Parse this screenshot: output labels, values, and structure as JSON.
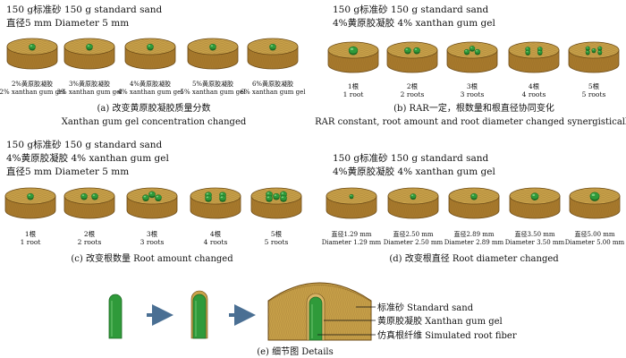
{
  "colors": {
    "wood_top": "#c9a24a",
    "wood_side": "#a87a2c",
    "wood_edge": "#6b4a16",
    "grain": "#8a6224",
    "fiber": "#2f9a3a",
    "fiber_dark": "#1d6a24",
    "arrow": "#4a6f93"
  },
  "panels": {
    "a": {
      "header": [
        "150 g标准砂  150 g standard sand",
        "直径5 mm  Diameter 5 mm"
      ],
      "samples": [
        {
          "zh": "2%黄原胶凝胶",
          "en": "2% xanthan gum gel",
          "roots": 1
        },
        {
          "zh": "3%黄原胶凝胶",
          "en": "3% xanthan gum gel",
          "roots": 1
        },
        {
          "zh": "4%黄原胶凝胶",
          "en": "4% xanthan gum gel",
          "roots": 1
        },
        {
          "zh": "5%黄原胶凝胶",
          "en": "5% xanthan gum gel",
          "roots": 1
        },
        {
          "zh": "6%黄原胶凝胶",
          "en": "6% xanthan gum gel",
          "roots": 1
        }
      ],
      "caption_zh": "(a) 改变黄原胶凝胶质量分数",
      "caption_en": "Xanthan gum gel concentration changed"
    },
    "b": {
      "header": [
        "150 g标准砂  150 g standard sand",
        "4%黄原胶凝胶  4% xanthan gum gel"
      ],
      "samples": [
        {
          "zh": "1根",
          "en": "1 root",
          "roots": 1
        },
        {
          "zh": "2根",
          "en": "2 roots",
          "roots": 2
        },
        {
          "zh": "3根",
          "en": "3 roots",
          "roots": 3
        },
        {
          "zh": "4根",
          "en": "4 roots",
          "roots": 4
        },
        {
          "zh": "5根",
          "en": "5 roots",
          "roots": 5
        }
      ],
      "caption_zh": "(b) RAR一定，根数量和根直径协同变化",
      "caption_en": "RAR constant, root amount and  root diameter changed synergistically"
    },
    "c": {
      "header": [
        "150 g标准砂  150 g standard sand",
        "4%黄原胶凝胶  4% xanthan gum gel",
        "直径5 mm  Diameter 5 mm"
      ],
      "samples": [
        {
          "zh": "1根",
          "en": "1 root",
          "roots": 1
        },
        {
          "zh": "2根",
          "en": "2 roots",
          "roots": 2
        },
        {
          "zh": "3根",
          "en": "3 roots",
          "roots": 3
        },
        {
          "zh": "4根",
          "en": "4 roots",
          "roots": 4
        },
        {
          "zh": "5根",
          "en": "5 roots",
          "roots": 5
        }
      ],
      "caption": "(c) 改变根数量 Root amount changed"
    },
    "d": {
      "header": [
        "150 g标准砂  150 g standard sand",
        "4%黄原胶凝胶  4% xanthan gum gel"
      ],
      "samples": [
        {
          "zh": "直径1.29 mm",
          "en": "Diameter 1.29 mm",
          "roots": 1
        },
        {
          "zh": "直径2.50 mm",
          "en": "Diameter 2.50 mm",
          "roots": 1
        },
        {
          "zh": "直径2.89 mm",
          "en": "Diameter 2.89 mm",
          "roots": 1
        },
        {
          "zh": "直径3.50 mm",
          "en": "Diameter 3.50 mm",
          "roots": 1
        },
        {
          "zh": "直径5.00 mm",
          "en": "Diameter 5.00 mm",
          "roots": 1
        }
      ],
      "caption": "(d) 改变根直径 Root diameter changed"
    },
    "e": {
      "labels": [
        "标准砂 Standard sand",
        "黄原胶凝胶 Xanthan gum gel",
        "仿真根纤维 Simulated root fiber"
      ],
      "caption": "(e) 细节图 Details"
    }
  }
}
